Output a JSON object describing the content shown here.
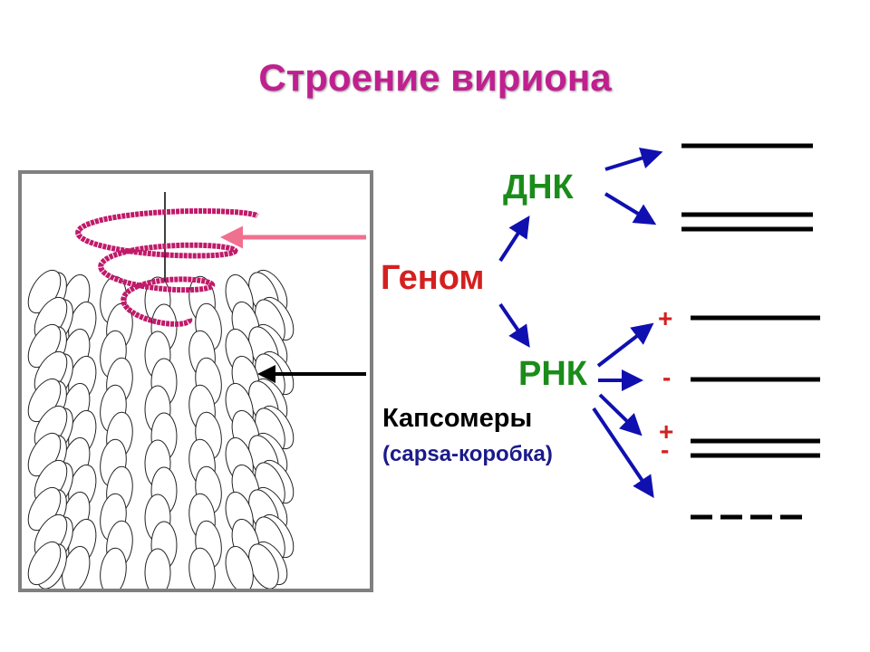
{
  "title": "Строение вириона",
  "labels": {
    "genome": "Геном",
    "dna": "ДНК",
    "rna": "РНК",
    "capsomeres": "Капсомеры",
    "capsa_note": "(capsa-коробка)"
  },
  "rna_signs": [
    "+",
    "-",
    "+",
    "-"
  ],
  "colors": {
    "title": "#c0208f",
    "genome": "#d42020",
    "nucleic_acid": "#1a8c1a",
    "arrow": "#1010b0",
    "spiral": "#c01a6a",
    "pointer_pink": "#f07090"
  }
}
